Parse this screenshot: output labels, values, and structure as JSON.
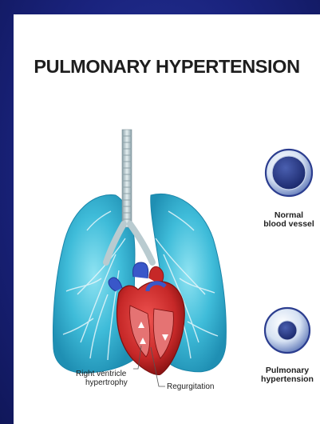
{
  "title": "PULMONARY HYPERTENSION",
  "vessels": {
    "normal": {
      "label_line1": "Normal",
      "label_line2": "blood vessel"
    },
    "hypertension": {
      "label_line1": "Pulmonary",
      "label_line2": "hypertension"
    }
  },
  "annotations": {
    "rv_line1": "Right ventricle",
    "rv_line2": "hypertrophy",
    "regurgitation": "Regurgitation"
  },
  "colors": {
    "background": "#1a237e",
    "lung": "#37b8d6",
    "heart": "#c62828",
    "vein": "#3957c9",
    "vessel_ring": "#2b3d8f"
  }
}
